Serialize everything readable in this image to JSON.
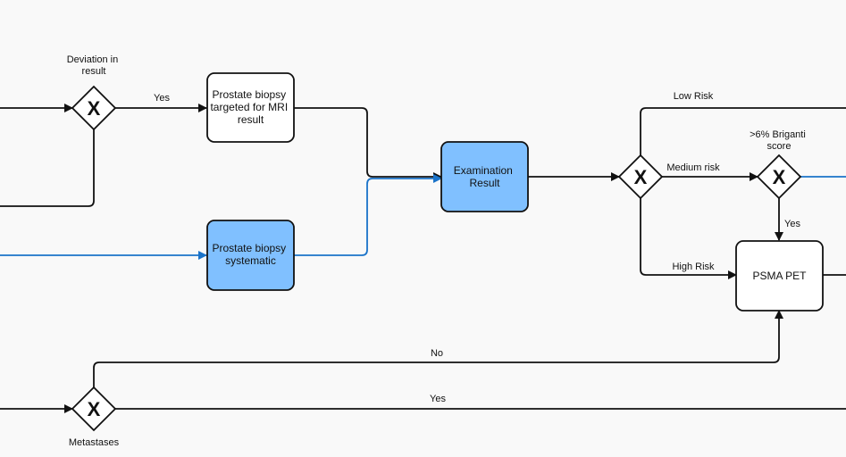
{
  "colors": {
    "black_flow": "#111111",
    "blue_flow": "#1a73c9",
    "highlight_fill": "#80c0ff",
    "task_fill": "#ffffff"
  },
  "gateway_symbol": "X",
  "gateways": {
    "deviation": {
      "label_lines": [
        "Deviation in",
        "result"
      ]
    },
    "risk": {
      "label_lines": []
    },
    "briganti": {
      "label_lines": [
        ">6% Briganti",
        "score"
      ]
    },
    "metastases": {
      "label_lines": [
        "Metastases"
      ]
    }
  },
  "tasks": {
    "biopsy_mri": {
      "lines": [
        "Prostate biopsy",
        "targeted for MRI",
        "result"
      ],
      "highlighted": false
    },
    "biopsy_systematic": {
      "lines": [
        "Prostate biopsy",
        "systematic"
      ],
      "highlighted": true
    },
    "examination": {
      "lines": [
        "Examination",
        "Result"
      ],
      "highlighted": true
    },
    "psma": {
      "lines": [
        "PSMA PET"
      ],
      "highlighted": false
    }
  },
  "flow_labels": {
    "yes_to_mri": "Yes",
    "low_risk": "Low Risk",
    "medium_risk": "Medium risk",
    "high_risk": "High Risk",
    "briganti_yes": "Yes",
    "metastases_no": "No",
    "metastases_yes": "Yes"
  }
}
